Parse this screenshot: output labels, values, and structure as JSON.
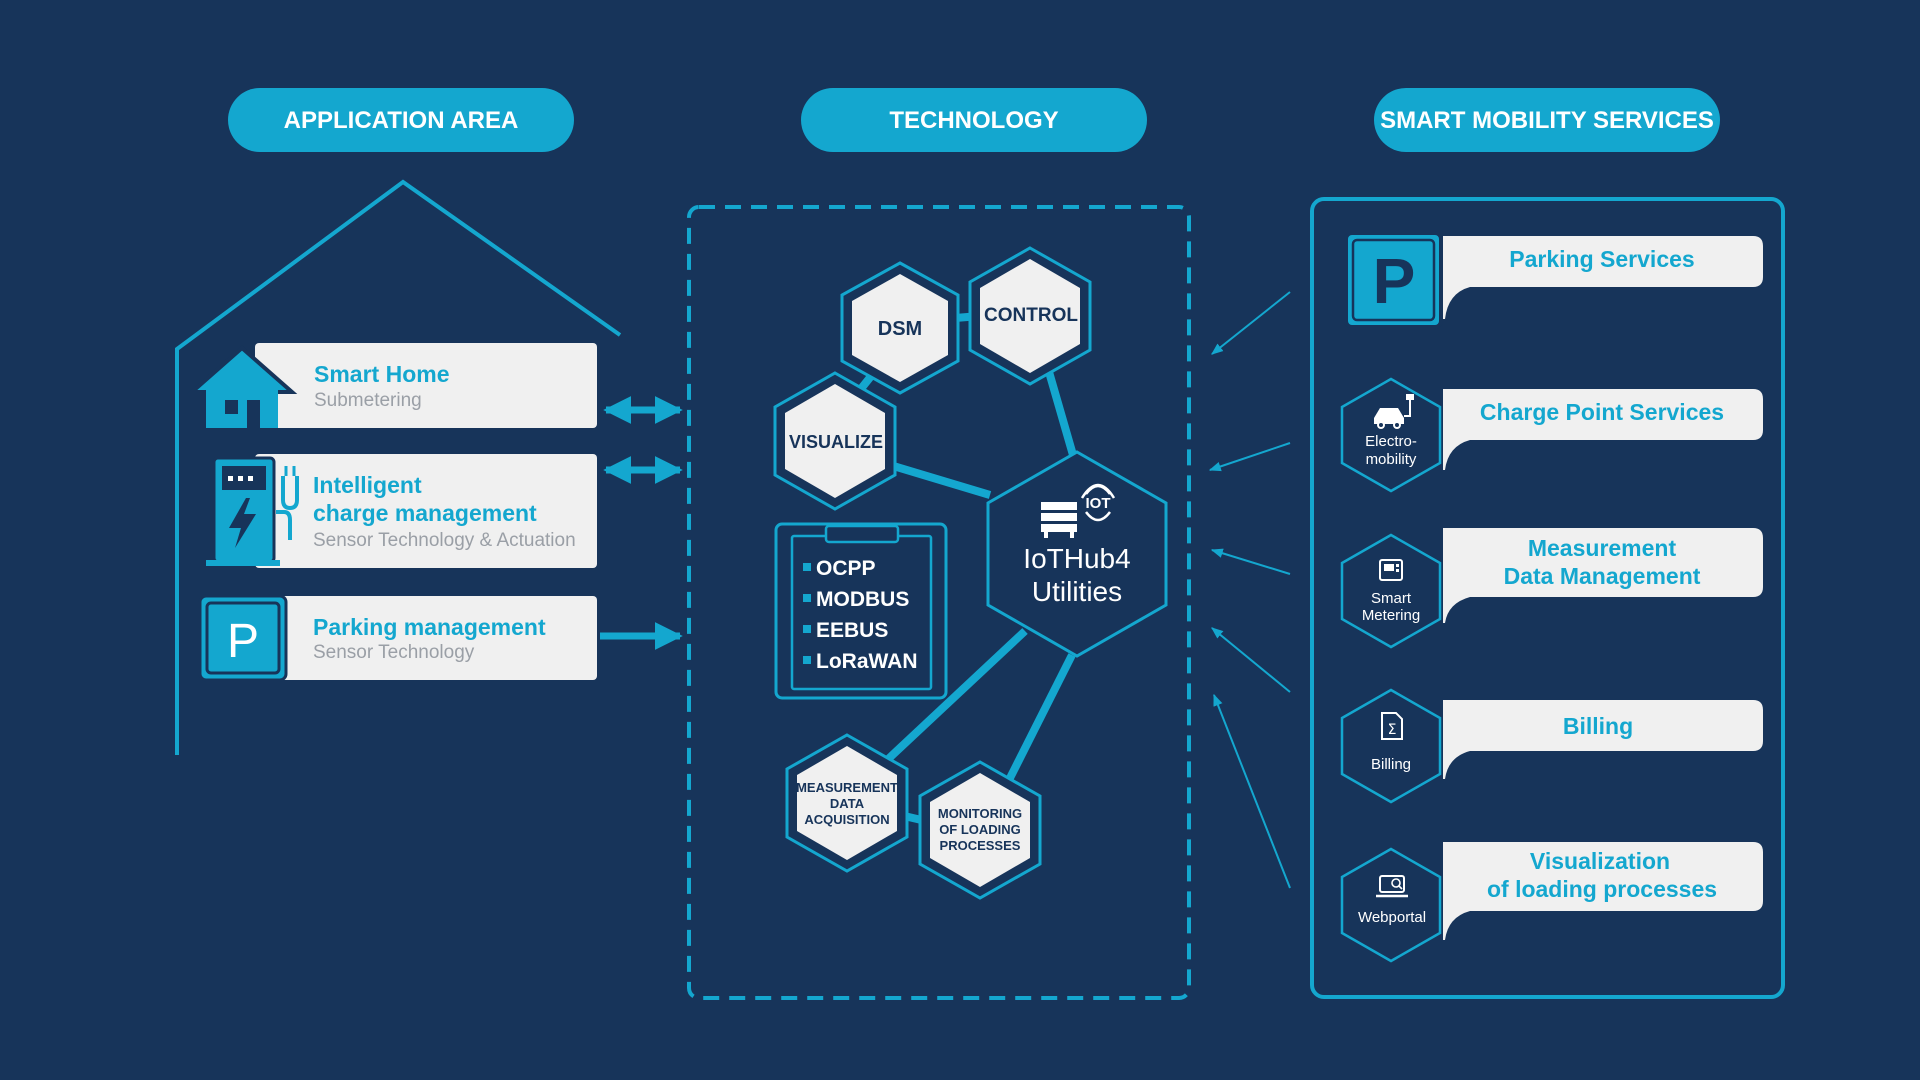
{
  "colors": {
    "background": "#17345a",
    "accent": "#14a7cf",
    "card": "#f0f0f0",
    "muted_text": "#9a9fa6"
  },
  "headers": {
    "application_area": "APPLICATION AREA",
    "technology": "TECHNOLOGY",
    "smart_mobility": "SMART MOBILITY SERVICES"
  },
  "application_area": {
    "items": [
      {
        "icon": "house-icon",
        "title": "Smart Home",
        "subtitle": "Submetering"
      },
      {
        "icon": "charging-station-icon",
        "title_line1": "Intelligent",
        "title_line2": "charge management",
        "subtitle": "Sensor Technology & Actuation"
      },
      {
        "icon": "parking-icon",
        "icon_letter": "P",
        "title": "Parking management",
        "subtitle": "Sensor Technology"
      }
    ]
  },
  "technology": {
    "modules": {
      "dsm": "DSM",
      "control": "CONTROL",
      "visualize": "VISUALIZE",
      "measurement_line1": "MEASUREMENT",
      "measurement_line2": "DATA",
      "measurement_line3": "ACQUISITION",
      "monitoring_line1": "MONITORING",
      "monitoring_line2": "OF LOADING",
      "monitoring_line3": "PROCESSES"
    },
    "hub": {
      "line1": "IoTHub4",
      "line2": "Utilities",
      "badge": "IOT",
      "icon": "iot-server-icon"
    },
    "protocols": [
      "OCPP",
      "MODBUS",
      "EEBUS",
      "LoRaWAN"
    ]
  },
  "smart_mobility": {
    "parking_letter": "P",
    "services": [
      {
        "title_line1": "Parking Services",
        "title_line2": "",
        "icon": "parking-icon",
        "icon_label_line1": "",
        "icon_label_line2": ""
      },
      {
        "title_line1": "Charge Point Services",
        "title_line2": "",
        "icon": "electric-car-icon",
        "icon_label_line1": "Electro-",
        "icon_label_line2": "mobility"
      },
      {
        "title_line1": "Measurement",
        "title_line2": "Data Management",
        "icon": "smart-meter-icon",
        "icon_label_line1": "Smart",
        "icon_label_line2": "Metering"
      },
      {
        "title_line1": "Billing",
        "title_line2": "",
        "icon": "invoice-icon",
        "icon_label_line1": "Billing",
        "icon_label_line2": ""
      },
      {
        "title_line1": "Visualization",
        "title_line2": "of loading processes",
        "icon": "webportal-icon",
        "icon_label_line1": "Webportal",
        "icon_label_line2": ""
      }
    ]
  }
}
